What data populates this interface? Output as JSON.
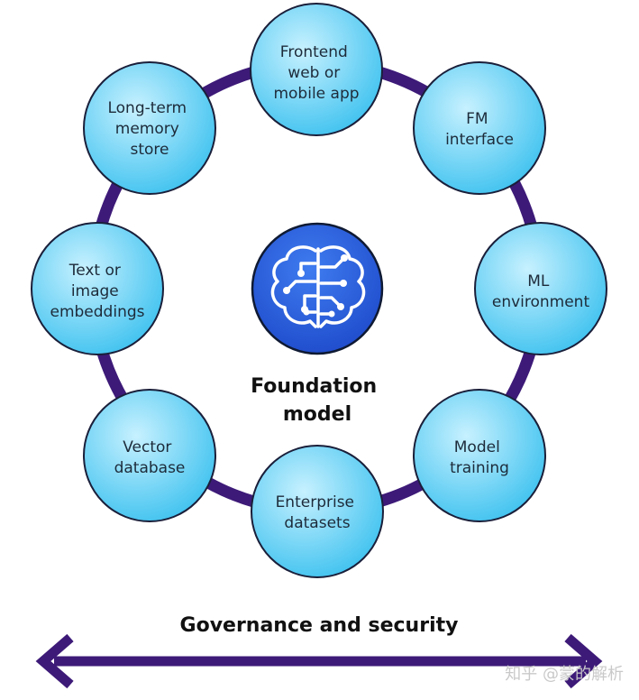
{
  "center": {
    "title_lines": [
      "Foundation",
      "model"
    ],
    "icon": "brain-circuit-icon",
    "icon_color": "#1e56d6"
  },
  "nodes": [
    {
      "id": "frontend",
      "lines": [
        "Frontend",
        "web or",
        "mobile app"
      ]
    },
    {
      "id": "fm-interface",
      "lines": [
        "FM",
        "interface"
      ]
    },
    {
      "id": "ml-environment",
      "lines": [
        "ML",
        "environment"
      ]
    },
    {
      "id": "model-training",
      "lines": [
        "Model",
        "training"
      ]
    },
    {
      "id": "enterprise-datasets",
      "lines": [
        "Enterprise",
        "datasets"
      ]
    },
    {
      "id": "vector-database",
      "lines": [
        "Vector",
        "database"
      ]
    },
    {
      "id": "text-image-embeddings",
      "lines": [
        "Text or",
        "image",
        "embeddings"
      ]
    },
    {
      "id": "long-term-memory",
      "lines": [
        "Long-term",
        "memory",
        "store"
      ]
    }
  ],
  "governance": {
    "label": "Governance and security",
    "arrow_icon": "double-headed-arrow-icon",
    "arrow_color": "#3d1a78"
  },
  "ring_color": "#3d1a78",
  "bubble_colors": {
    "light": "#bfefff",
    "dark": "#3fc2ef"
  },
  "watermark": "知乎 @蒙的解析"
}
